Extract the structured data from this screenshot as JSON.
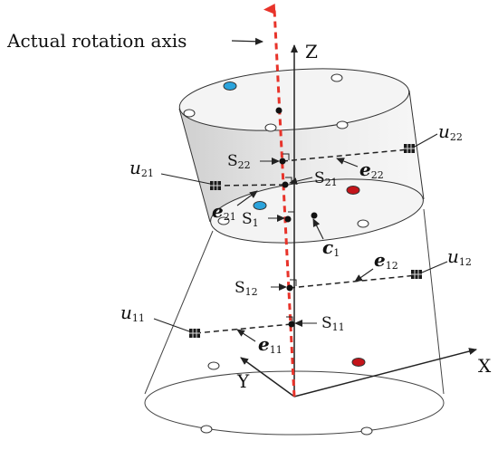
{
  "title": "Actual rotation axis",
  "axes": {
    "z": "Z",
    "x": "X",
    "y": "Y"
  },
  "points": {
    "s22": {
      "main": "S",
      "sub": "22"
    },
    "s21": {
      "main": "S",
      "sub": "21"
    },
    "s1": {
      "main": "S",
      "sub": "1"
    },
    "s12": {
      "main": "S",
      "sub": "12"
    },
    "s11": {
      "main": "S",
      "sub": "11"
    }
  },
  "vectors": {
    "e22": {
      "main": "e",
      "sub": "22"
    },
    "e21": {
      "main": "e",
      "sub": "21"
    },
    "e12": {
      "main": "e",
      "sub": "12"
    },
    "e11": {
      "main": "e",
      "sub": "11"
    },
    "c1": {
      "main": "c",
      "sub": "1"
    }
  },
  "sensors": {
    "u22": {
      "main": "u",
      "sub": "22"
    },
    "u21": {
      "main": "u",
      "sub": "21"
    },
    "u12": {
      "main": "u",
      "sub": "12"
    },
    "u11": {
      "main": "u",
      "sub": "11"
    }
  },
  "colors": {
    "axis_red": "#e8332a",
    "marker_blue": "#2aa3dc",
    "marker_red": "#c4141a",
    "upper_fill": "#d6d6d6",
    "line": "#222222"
  }
}
